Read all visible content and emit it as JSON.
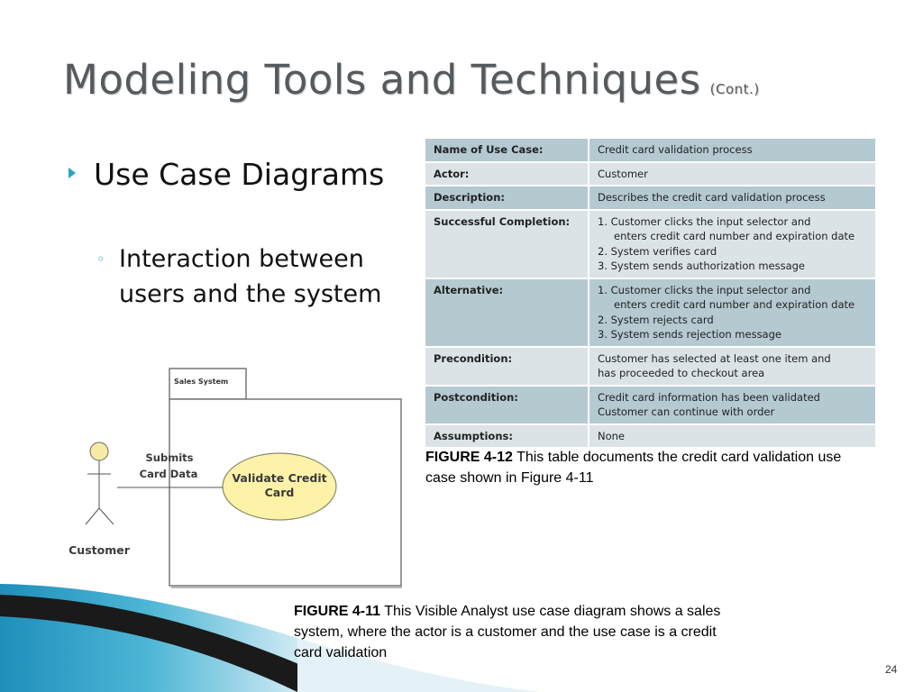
{
  "slide": {
    "title": "Modeling Tools and Techniques",
    "title_suffix": "(Cont.)",
    "page_number": "24"
  },
  "bullets": {
    "level1": "Use Case Diagrams",
    "level2": "Interaction between users and the system"
  },
  "table": {
    "rows": [
      {
        "label": "Name of Use Case:",
        "lines": [
          "Credit card validation process"
        ]
      },
      {
        "label": "Actor:",
        "lines": [
          "Customer"
        ]
      },
      {
        "label": "Description:",
        "lines": [
          "Describes the credit card validation process"
        ]
      },
      {
        "label": "Successful Completion:",
        "lines": [
          "1. Customer clicks the input selector and",
          "enters credit card number and expiration date",
          "2. System verifies card",
          "3. System sends authorization message"
        ]
      },
      {
        "label": "Alternative:",
        "lines": [
          "1. Customer clicks the input selector and",
          "enters credit card number and expiration date",
          "2. System rejects card",
          "3. System sends rejection message"
        ]
      },
      {
        "label": "Precondition:",
        "lines": [
          "Customer has selected at least one item and",
          "has proceeded to checkout area"
        ]
      },
      {
        "label": "Postcondition:",
        "lines": [
          "Credit card information has been validated",
          "Customer can continue with order"
        ]
      },
      {
        "label": "Assumptions:",
        "lines": [
          "None"
        ]
      }
    ]
  },
  "figure_4_12": {
    "label": "FIGURE 4-12",
    "text": "This table documents the credit card validation use case shown in Figure 4-11"
  },
  "figure_4_11": {
    "label": "FIGURE 4-11",
    "text": "This Visible Analyst use case diagram shows a sales system, where the actor is a customer and the use case is a credit card validation"
  },
  "diagram": {
    "system_label": "Sales System",
    "message_line1": "Submits",
    "message_line2": "Card Data",
    "usecase_line1": "Validate Credit",
    "usecase_line2": "Card",
    "actor_label": "Customer",
    "usecase_fill": "#fdf2a8",
    "actor_head_fill": "#f6eba6"
  },
  "colors": {
    "accent": "#2aa3c8",
    "title": "#555a5e",
    "table_dark": "#b5c9d1",
    "table_light": "#dbe3e6"
  }
}
